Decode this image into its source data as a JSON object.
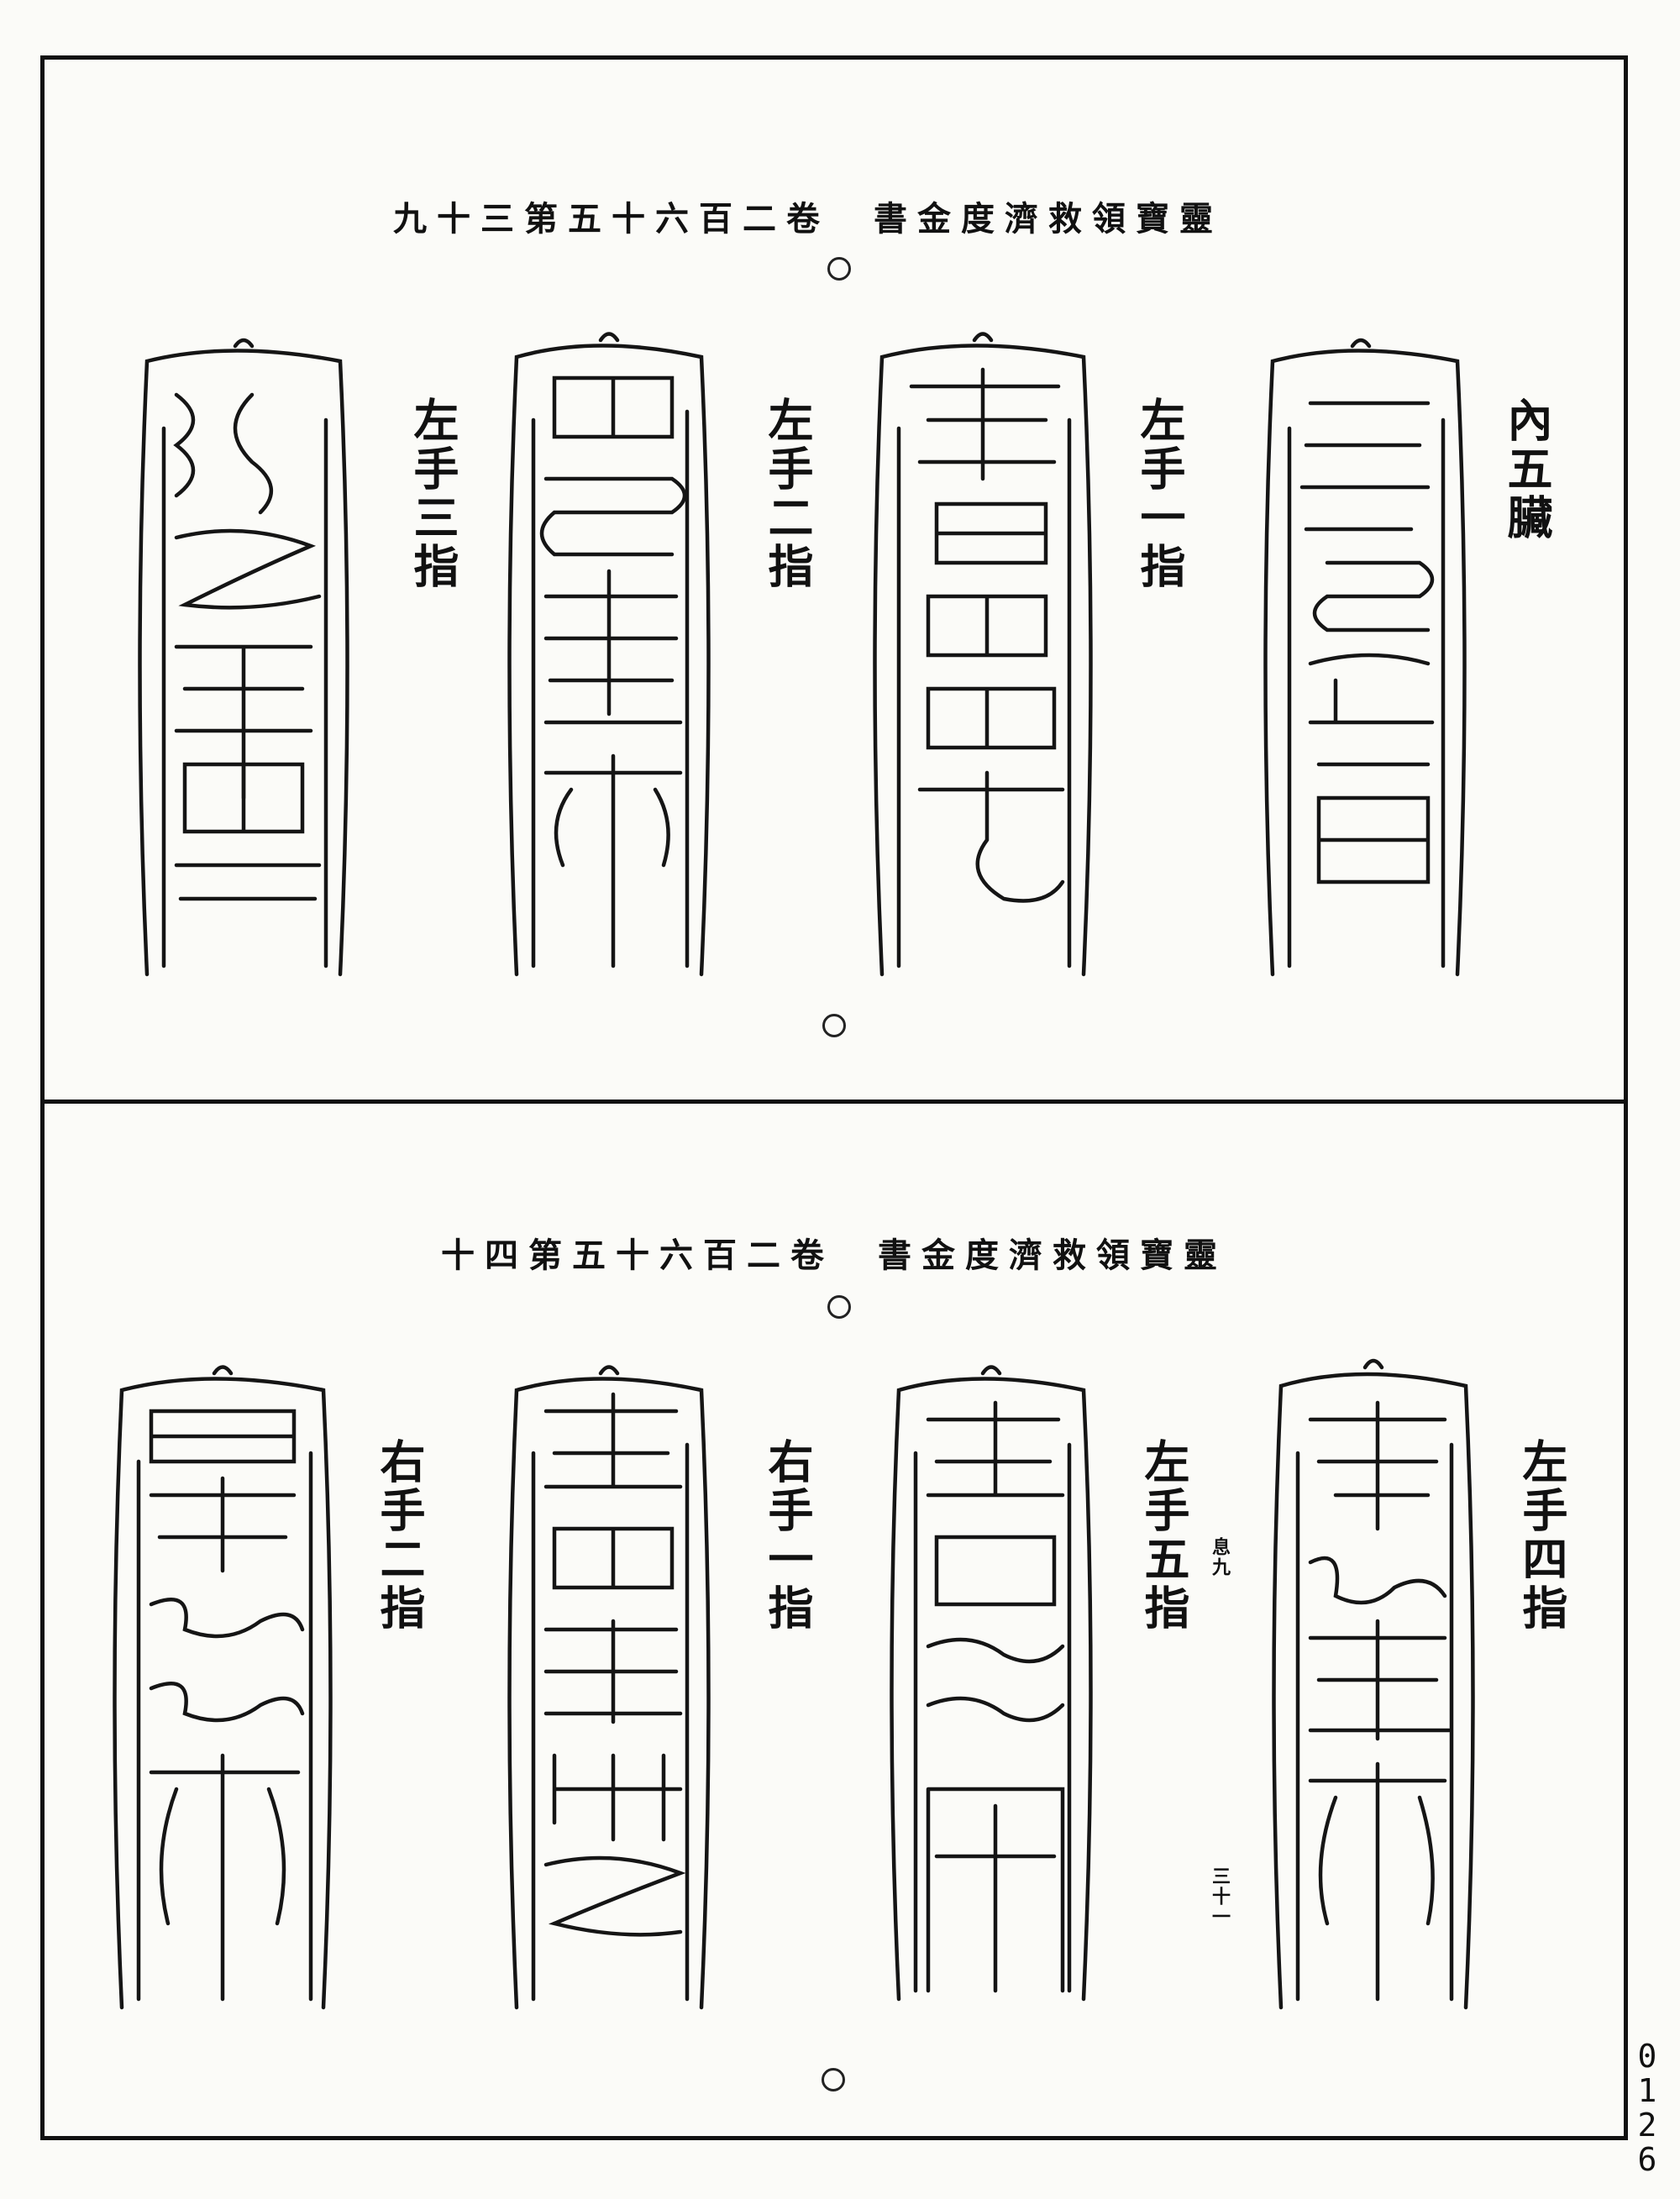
{
  "top_page": {
    "header": "九十三第五十六百二卷　書金度濟救領寶靈",
    "labels": [
      "內五臟",
      "左手一指",
      "左手二指",
      "左手三指"
    ]
  },
  "bottom_page": {
    "header": "十四第五十六百二卷　書金度濟救領寶靈",
    "labels": [
      "左手四指",
      "左手五指",
      "右手一指",
      "右手二指"
    ],
    "notes": [
      "息九",
      "三十一"
    ]
  },
  "page_number": [
    "0",
    "1",
    "2",
    "6"
  ]
}
